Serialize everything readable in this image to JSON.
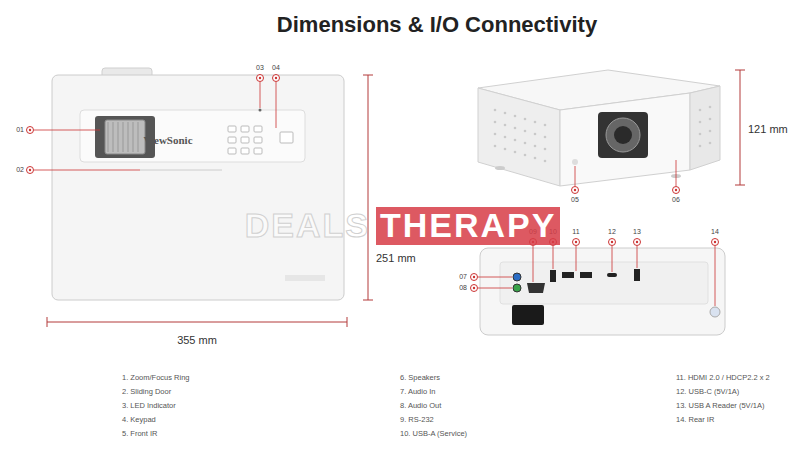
{
  "diagram": {
    "title": "Dimensions & I/O Connectivity",
    "labels": [
      "03",
      "04",
      "01",
      "02",
      "251 mm",
      "121 mm",
      "05",
      "06",
      "09",
      "10",
      "11",
      "12",
      "13",
      "14",
      "07",
      "08",
      "355 mm",
      "ViewSonic",
      "DEALS",
      "THERAPY",
      "1. Zoom/Focus Ring",
      "2. Sliding Door",
      "3. LED Indicator",
      "4. Keypad",
      "5. Front IR",
      "6. Speakers",
      "7. Audio In",
      "8. Audio Out",
      "9. RS-232",
      "10. USB-A (Service)",
      "11. HDMI 2.0 / HDCP2.2 x 2",
      "12. USB-C (5V/1A)",
      "13. USB A Reader (5V/1A)",
      "14. Rear IR"
    ]
  }
}
